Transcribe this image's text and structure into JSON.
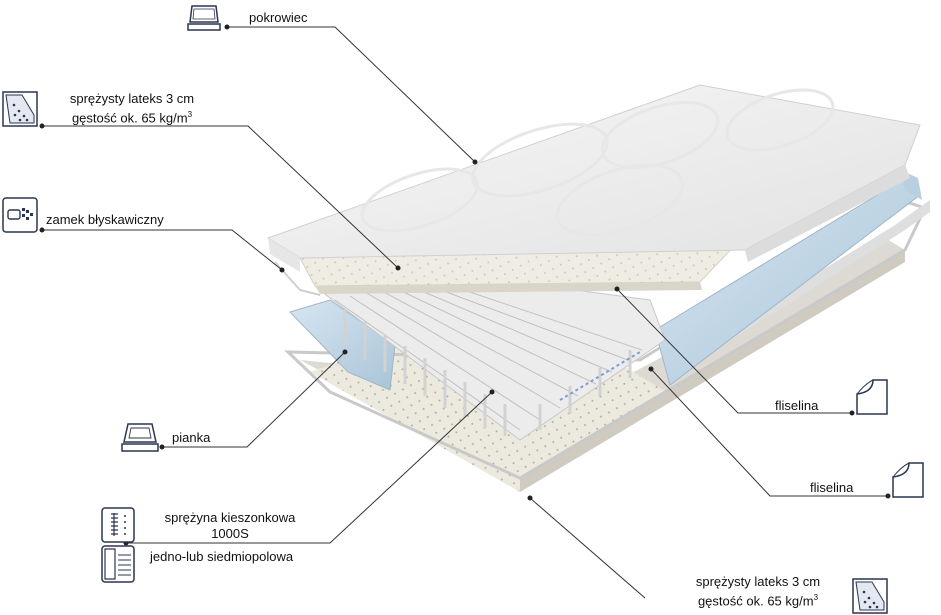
{
  "labels": {
    "cover": "pokrowiec",
    "latex_top_line1": "sprężysty lateks  3 cm",
    "latex_top_line2": "gęstość ok. 65 kg/m",
    "latex_top_sup": "3",
    "zipper": "zamek błyskawiczny",
    "foam": "pianka",
    "spring_line1": "sprężyna kieszonkowa",
    "spring_line2": "1000S",
    "zones": "jedno-lub siedmiopolowa",
    "fleece_upper": "fliselina",
    "fleece_lower": "fliselina",
    "latex_bottom_line1": "sprężysty lateks  3 cm",
    "latex_bottom_line2": "gęstość ok. 65 kg/m",
    "latex_bottom_sup": "3"
  },
  "icons": [
    "mattress-cover-icon",
    "latex-layer-icon",
    "zipper-icon",
    "foam-icon",
    "pocket-spring-icon",
    "zone-layout-icon",
    "fleece-icon",
    "fleece-icon",
    "latex-layer-icon"
  ],
  "colors": {
    "line": "#333333",
    "icon_stroke": "#2a3550",
    "foam_blue": "#c9dcea",
    "cover_white": "#f3f3f3",
    "latex_cream": "#ece9df"
  }
}
